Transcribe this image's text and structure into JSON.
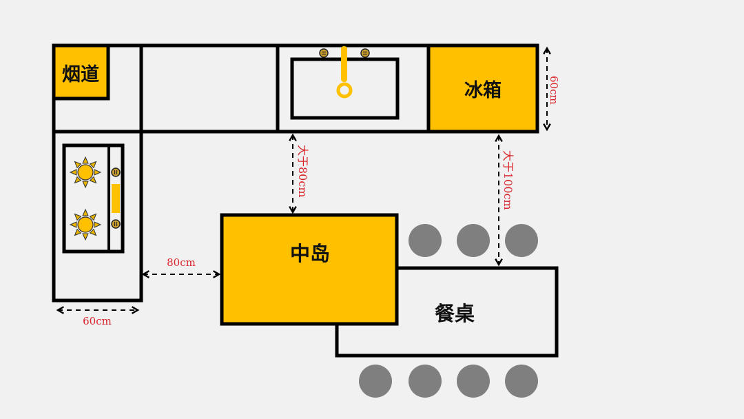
{
  "diagram": {
    "type": "kitchen-floor-plan",
    "colors": {
      "background": "#f1f1f1",
      "accent_yellow": "#ffc000",
      "outline": "#000000",
      "stool_gray": "#7f7f7f",
      "dimension_red": "#d8232a",
      "knob_brown": "#a07a1e"
    },
    "labels": {
      "flue": "烟道",
      "fridge": "冰箱",
      "island": "中岛",
      "dining_table": "餐桌"
    },
    "dimensions": {
      "counter_depth_right": "60cm",
      "counter_depth_bottom": "60cm",
      "aisle_left": "80cm",
      "aisle_sink_to_island": "大于80cm",
      "aisle_fridge_to_table": "大于100cm"
    },
    "fixtures": {
      "stove_burners": 2,
      "sink_faucet": 1,
      "stools_top_row": 3,
      "stools_bottom_row": 4
    }
  }
}
